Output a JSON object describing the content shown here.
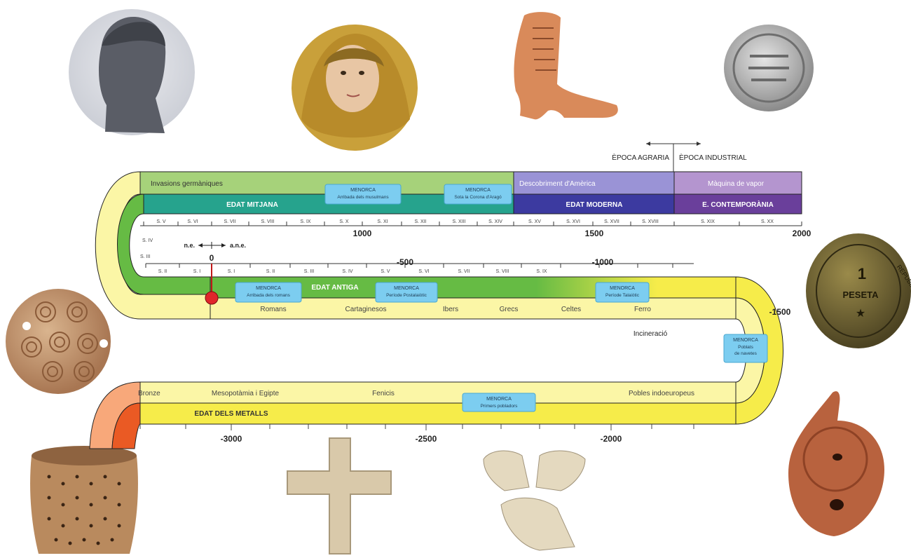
{
  "eras": {
    "agraria": "ÈPOCA AGRARIA",
    "industrial": "ÈPOCA INDUSTRIAL"
  },
  "top_band": {
    "invasions": "Invasions germàniques",
    "descobriment": "Descobriment d'Amèrica",
    "maquina": "Màquina de vapor"
  },
  "ages": {
    "mitjana": "EDAT MITJANA",
    "moderna": "EDAT MODERNA",
    "contemporania": "E. CONTEMPORÀNIA",
    "antiga": "EDAT ANTIGA",
    "metalls": "EDAT DELS METALLS"
  },
  "menorca_labels": [
    {
      "title": "MENORCA",
      "text": "Arribada dels musulmans"
    },
    {
      "title": "MENORCA",
      "text": "Sota la Corona d'Aragó"
    },
    {
      "title": "MENORCA",
      "text": "Arribada dels romans"
    },
    {
      "title": "MENORCA",
      "text": "Període Postalaiòtic"
    },
    {
      "title": "MENORCA",
      "text": "Període Talaiòtic"
    },
    {
      "title": "MENORCA",
      "text": "Poblats de navetes"
    },
    {
      "title": "MENORCA",
      "text": "Primers pobladors"
    }
  ],
  "centuries_ce": [
    "S. V",
    "S. VI",
    "S. VII",
    "S. VIII",
    "S. IX",
    "S. X",
    "S. XI",
    "S. XII",
    "S. XIII",
    "S. XIV",
    "S. XV",
    "S. XVI",
    "S. XVII",
    "S. XVIII",
    "S. XIX",
    "S. XX"
  ],
  "centuries_ce_curve": [
    "S. IV",
    "S. III"
  ],
  "centuries_bce": [
    "S. II",
    "S. I",
    "S. I",
    "S. II",
    "S. III",
    "S. IV",
    "S. V",
    "S. VI",
    "S. VII",
    "S. VIII",
    "S. IX"
  ],
  "year_labels": {
    "y1000": "1000",
    "y1500": "1500",
    "y2000": "2000",
    "y0": "0",
    "m500": "-500",
    "m1000": "-1000",
    "m1500": "-1500",
    "m2000": "-2000",
    "m2500": "-2500",
    "m3000": "-3000"
  },
  "era_marker": {
    "ne": "n.e.",
    "ane": "a.n.e."
  },
  "civilizations": [
    "Romans",
    "Cartaginesos",
    "Ibers",
    "Grecs",
    "Celtes",
    "Ferro"
  ],
  "incineracio": "Incineració",
  "lower_band": {
    "bronze": "Bronze",
    "mesopotamia": "Mesopotàmia i Egipte",
    "fenicis": "Fenicis",
    "indoeuropeus": "Pobles indoeuropeus"
  },
  "coin_text": {
    "value": "1",
    "unit": "PESETA",
    "legend": "REPUBLICA ESPAÑOLA"
  },
  "colors": {
    "medieval_light": "#a6d27a",
    "medieval_dark": "#26a38d",
    "modern_light": "#9a93d6",
    "modern_dark": "#3c3aa0",
    "contemp_light": "#b495cf",
    "contemp_dark": "#6a3f9b",
    "ancient_green": "#66bb44",
    "yellow": "#f6ec4a",
    "pale_yellow": "#fbf6a6",
    "menorca_box": "#7ccdf0",
    "marker_red": "#e0262b"
  }
}
